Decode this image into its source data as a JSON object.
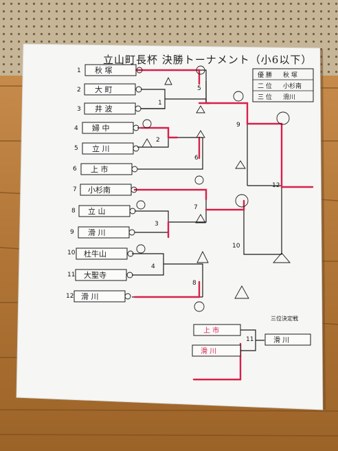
{
  "title": "立山町長杯 決勝トーナメント（小6以下）",
  "results": [
    {
      "rank": "優 勝",
      "team": "秋 塚"
    },
    {
      "rank": "二 位",
      "team": "小杉南"
    },
    {
      "rank": "三 位",
      "team": "滑川"
    }
  ],
  "entries": [
    {
      "seed": "1",
      "team": "秋 塚"
    },
    {
      "seed": "2",
      "team": "大 町"
    },
    {
      "seed": "3",
      "team": "井 波"
    },
    {
      "seed": "4",
      "team": "婦 中"
    },
    {
      "seed": "5",
      "team": "立 川"
    },
    {
      "seed": "6",
      "team": "上 市"
    },
    {
      "seed": "7",
      "team": "小杉南"
    },
    {
      "seed": "8",
      "team": "立 山"
    },
    {
      "seed": "9",
      "team": "滑 川"
    },
    {
      "seed": "10",
      "team": "杜牛山"
    },
    {
      "seed": "11",
      "team": "大聖寺"
    },
    {
      "seed": "12",
      "team": "滑 川"
    }
  ],
  "match_numbers": [
    "1",
    "2",
    "3",
    "4",
    "5",
    "6",
    "7",
    "8",
    "9",
    "10",
    "11",
    "12"
  ],
  "third_place": {
    "label": "三位決定戦",
    "team_top": "上 市",
    "team_bottom": "滑 川",
    "winner": "滑 川"
  },
  "colors": {
    "paper": "#f6f6f4",
    "ink": "#1a1a1a",
    "marker_red": "#d81f4a",
    "wall_wood": "#b57c3e"
  }
}
